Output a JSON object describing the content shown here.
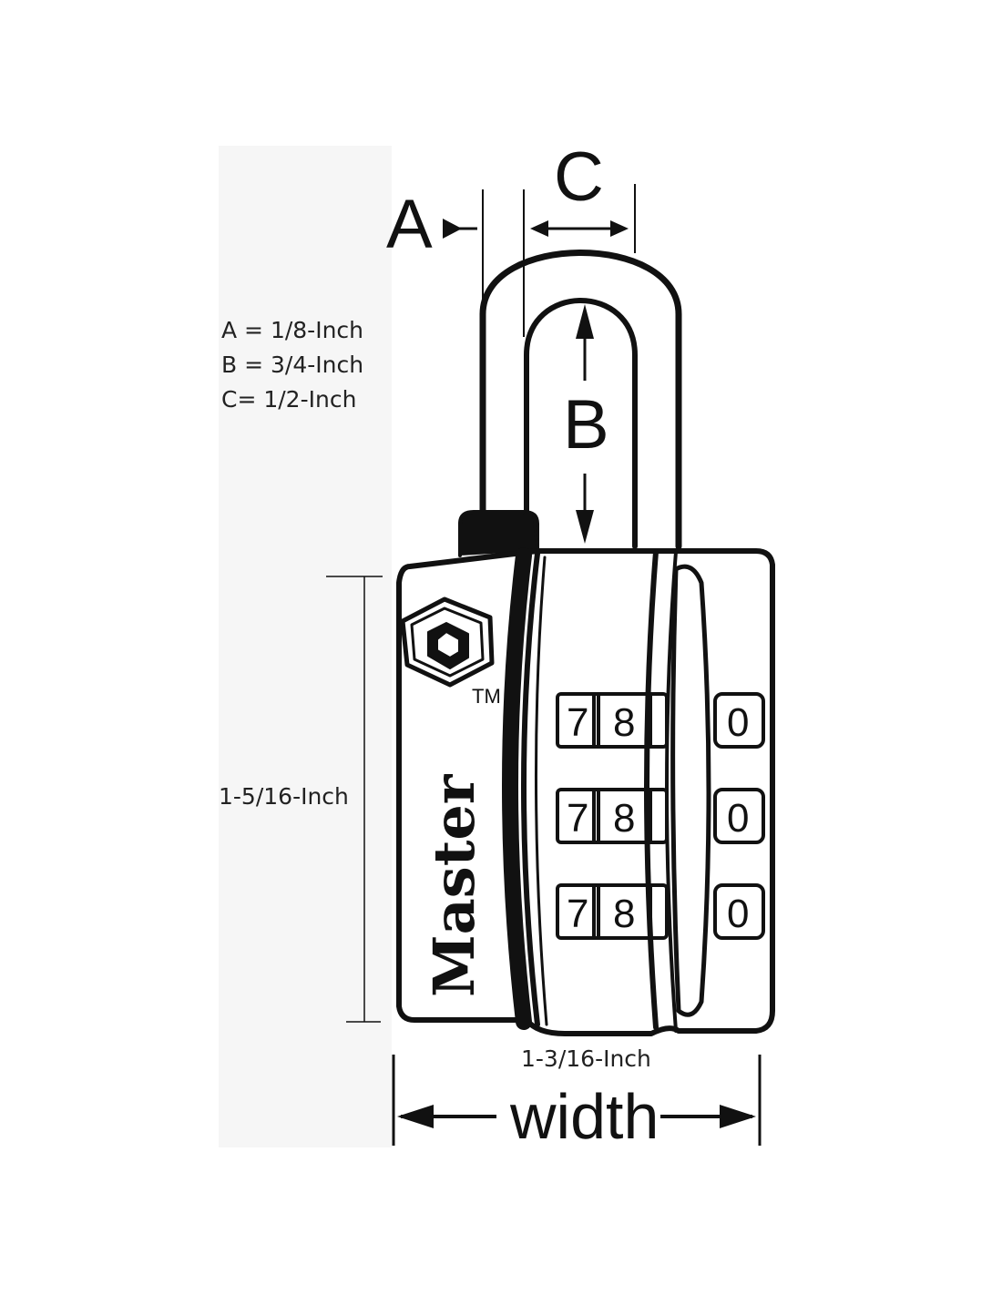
{
  "dimension_letters": {
    "a": "A",
    "b": "B",
    "c": "C"
  },
  "specs": {
    "a": "A = 1/8-Inch",
    "b": "B = 3/4-Inch",
    "c": "C= 1/2-Inch",
    "height": "1-5/16-Inch",
    "width_value": "1-3/16-Inch",
    "width_label": "width"
  },
  "lock": {
    "brand": "Master",
    "trademark": "TM",
    "dials": [
      {
        "left_digit": "7",
        "center_digit": "8",
        "right_digit": "0"
      },
      {
        "left_digit": "7",
        "center_digit": "8",
        "right_digit": "0"
      },
      {
        "left_digit": "7",
        "center_digit": "8",
        "right_digit": "0"
      }
    ]
  }
}
